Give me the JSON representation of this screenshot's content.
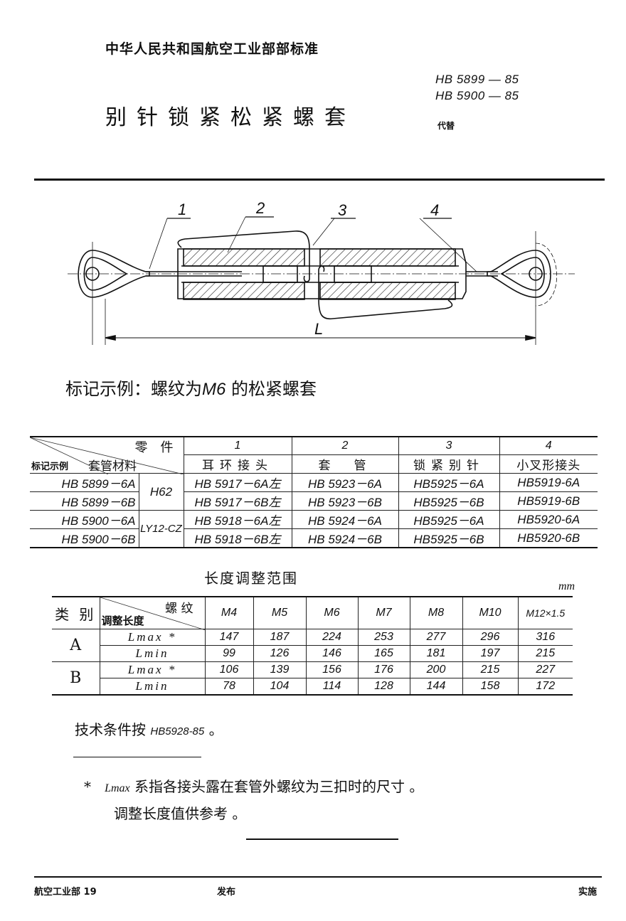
{
  "header": {
    "issuer": "中华人民共和国航空工业部部标准",
    "standard_codes": [
      "HB 5899 — 85",
      "HB 5900 — 85"
    ],
    "replaces_label": "代替",
    "title": "别针锁紧松紧螺套"
  },
  "drawing": {
    "part_labels": [
      "1",
      "2",
      "3",
      "4"
    ],
    "dimension_label": "L"
  },
  "marking_example": {
    "prefix": "标记示例：螺纹为",
    "thread": "M6",
    "suffix": " 的松紧螺套"
  },
  "parts_table": {
    "corner_header": {
      "top_right": "零　件",
      "middle": "套管材料",
      "bottom_left": "标记示例"
    },
    "columns": [
      {
        "number": "1",
        "name": "耳环接头"
      },
      {
        "number": "2",
        "name": "套　管"
      },
      {
        "number": "3",
        "name": "锁紧别针"
      },
      {
        "number": "4",
        "name": "小叉形接头"
      }
    ],
    "rows": [
      {
        "mark": "HB 5899－6A",
        "material": "H62",
        "cells": [
          "HB 5917－6A左",
          "HB 5923－6A",
          "HB5925－6A",
          "HB5919-6A"
        ]
      },
      {
        "mark": "HB 5899－6B",
        "material": "H62",
        "cells": [
          "HB 5917－6B左",
          "HB 5923－6B",
          "HB5925－6B",
          "HB5919-6B"
        ]
      },
      {
        "mark": "HB 5900－6A",
        "material": "LY12-CZ",
        "cells": [
          "HB 5918－6A左",
          "HB 5924－6A",
          "HB5925－6A",
          "HB5920-6A"
        ]
      },
      {
        "mark": "HB 5900－6B",
        "material": "LY12-CZ",
        "cells": [
          "HB 5918－6B左",
          "HB 5924－6B",
          "HB5925－6B",
          "HB5920-6B"
        ]
      }
    ],
    "materials": [
      "H62",
      "LY12-CZ"
    ]
  },
  "length_table": {
    "title": "长度调整范围",
    "unit": "mm",
    "header": {
      "category": "类 别",
      "corner_top": "螺 纹",
      "corner_bottom": "调整长度",
      "threads": [
        "M4",
        "M5",
        "M6",
        "M7",
        "M8",
        "M10",
        "M12×1.5"
      ]
    },
    "groups": [
      {
        "category": "A",
        "rows": [
          {
            "label": "Lmax *",
            "values": [
              "147",
              "187",
              "224",
              "253",
              "277",
              "296",
              "316"
            ]
          },
          {
            "label": "Lmin",
            "values": [
              "99",
              "126",
              "146",
              "165",
              "181",
              "197",
              "215"
            ]
          }
        ]
      },
      {
        "category": "B",
        "rows": [
          {
            "label": "Lmax *",
            "values": [
              "106",
              "139",
              "156",
              "176",
              "200",
              "215",
              "227"
            ]
          },
          {
            "label": "Lmin",
            "values": [
              "78",
              "104",
              "114",
              "128",
              "144",
              "158",
              "172"
            ]
          }
        ]
      }
    ]
  },
  "notes": {
    "technical_prefix": "技术条件按 ",
    "technical_ref": "HB5928-85",
    "technical_suffix": " 。",
    "footnote_star": "*",
    "footnote_term": "Lmax",
    "footnote_text": " 系指各接头露在套管外螺纹为三扣时的尺寸 。",
    "footnote_line2": "调整长度值供参考 。"
  },
  "footer": {
    "left": "航空工业部 19",
    "center": "发布",
    "right": "实施"
  }
}
